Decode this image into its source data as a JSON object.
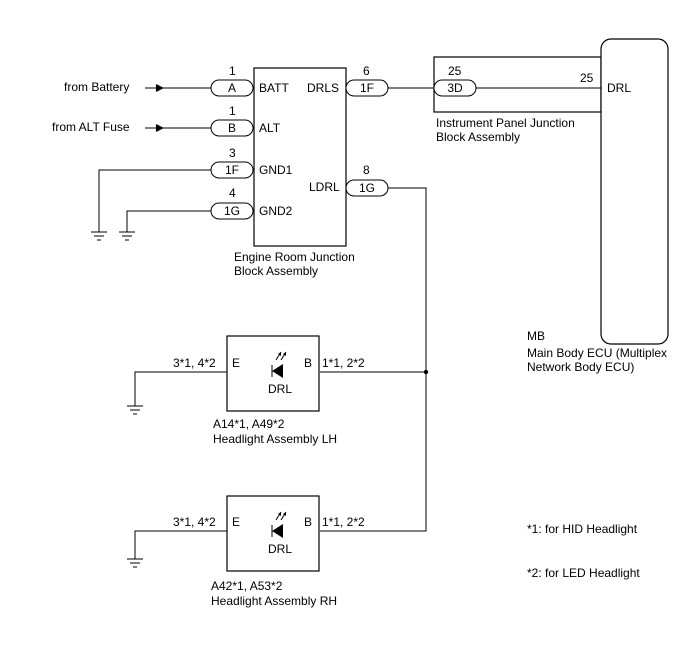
{
  "inputs": {
    "battery_label": "from Battery",
    "alt_fuse_label": "from ALT Fuse"
  },
  "erjb": {
    "title_line1": "Engine Room Junction",
    "title_line2": "Block Assembly",
    "pins": {
      "batt": {
        "num": "1",
        "conn": "A",
        "name": "BATT"
      },
      "alt": {
        "num": "1",
        "conn": "B",
        "name": "ALT"
      },
      "gnd1": {
        "num": "3",
        "conn": "1F",
        "name": "GND1"
      },
      "gnd2": {
        "num": "4",
        "conn": "1G",
        "name": "GND2"
      },
      "drls": {
        "num": "6",
        "conn": "1F",
        "name": "DRLS"
      },
      "ldrl": {
        "num": "8",
        "conn": "1G",
        "name": "LDRL"
      }
    }
  },
  "ipjb": {
    "title_line1": "Instrument Panel Junction",
    "title_line2": "Block Assembly",
    "pin_num": "25",
    "conn": "3D"
  },
  "ecu": {
    "pin_num": "25",
    "pin_name": "DRL",
    "code": "MB",
    "title_line1": "Main Body ECU (Multiplex",
    "title_line2": "Network Body ECU)"
  },
  "headlight_lh": {
    "e_pins": "3*1, 4*2",
    "e_label": "E",
    "b_label": "B",
    "b_pins": "1*1, 2*2",
    "lamp": "DRL",
    "code": "A14*1, A49*2",
    "title": "Headlight Assembly LH"
  },
  "headlight_rh": {
    "e_pins": "3*1, 4*2",
    "e_label": "E",
    "b_label": "B",
    "b_pins": "1*1, 2*2",
    "lamp": "DRL",
    "code": "A42*1, A53*2",
    "title": "Headlight Assembly RH"
  },
  "notes": {
    "note1": "*1: for HID Headlight",
    "note2": "*2: for LED Headlight"
  }
}
